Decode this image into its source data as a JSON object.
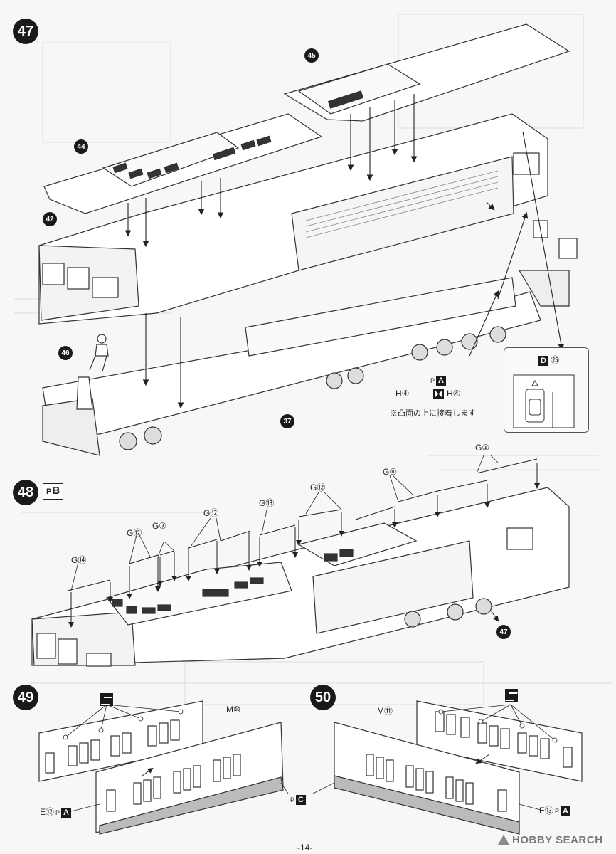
{
  "page": {
    "number": "-14-"
  },
  "watermark": {
    "text": "HOBBY SEARCH",
    "icon": "hobby-search-logo-icon"
  },
  "steps": [
    {
      "id": "step-47",
      "number": "47",
      "callouts": [
        "45",
        "44",
        "42",
        "46",
        "37"
      ],
      "labels": {
        "part_a": "A",
        "h4_left": "H④",
        "h4_right": "H④",
        "inset_d": "D",
        "inset_num": "㉕"
      },
      "note": "※凸面の上に接着します"
    },
    {
      "id": "step-48",
      "number": "48",
      "sprue": "B",
      "labels": [
        "G①",
        "G⑩",
        "G⑫",
        "G⑫",
        "G⑬",
        "G⑫",
        "G⑦",
        "G⑭"
      ],
      "callouts": [
        "47"
      ]
    },
    {
      "id": "step-49",
      "number": "49",
      "labels": {
        "m": "M⑩",
        "e": "E⑫",
        "e_sprue": "A"
      }
    },
    {
      "id": "step-50",
      "number": "50",
      "labels": {
        "m": "M⑪",
        "e": "E⑬",
        "e_sprue": "A",
        "c_sprue": "C"
      }
    }
  ],
  "colors": {
    "ink": "#1a1a1a",
    "paper": "#f7f7f5",
    "line": "#333333",
    "fade": "#d4d4d4"
  }
}
